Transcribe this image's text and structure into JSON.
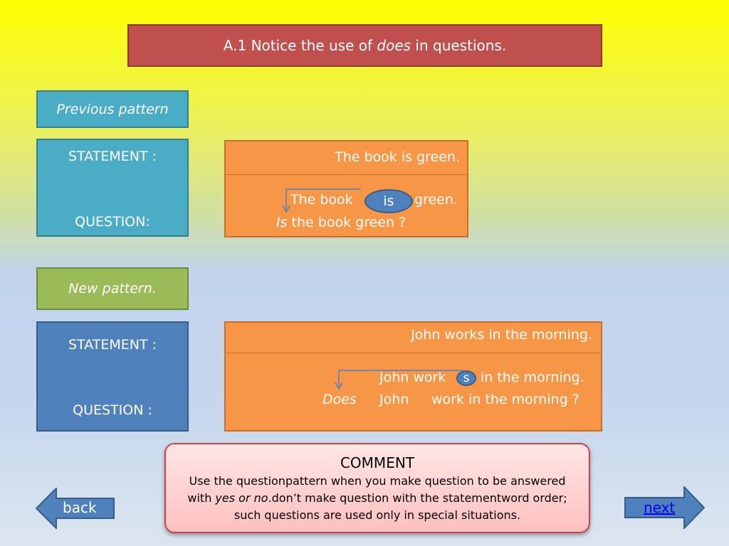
{
  "title": {
    "prefix": "A.1 Notice the use of ",
    "italic": "does",
    "suffix": " in questions."
  },
  "previous": {
    "pattern_label": "Previous pattern",
    "statement_label": "STATEMENT :",
    "question_label": "QUESTION:",
    "statement_text": "The book is green.",
    "q_line1_a": "The book",
    "q_oval": "is",
    "q_line1_b": "green.",
    "q_line2_italic": "Is",
    "q_line2_rest": " the book green ?"
  },
  "new": {
    "pattern_label": "New pattern.",
    "statement_label": "STATEMENT :",
    "question_label": "QUESTION :",
    "statement_text": "John works in the morning.",
    "q_line1_a": "John work",
    "q_oval": "s",
    "q_line1_b": "in the morning.",
    "q_line2_italic": "Does",
    "q_line2_john": "John",
    "q_line2_rest": "work in the morning ?"
  },
  "comment": {
    "title": "COMMENT",
    "line1": "Use the questionpattern when you make question to be answered",
    "line2_prefix": "with ",
    "line2_italic": "yes or no",
    "line2_suffix": ".don’t make question with the statementword order;",
    "line3": "such questions are used only in special situations."
  },
  "nav": {
    "back_label": "back",
    "next_label": "next"
  },
  "colors": {
    "title_bg": "#c0504d",
    "teal": "#4bacc6",
    "green": "#9bbb59",
    "blue": "#4f81bd",
    "orange": "#f79646"
  },
  "icons": {
    "back": "left-arrow-icon",
    "next": "right-arrow-icon",
    "move": "down-arrow-icon"
  }
}
